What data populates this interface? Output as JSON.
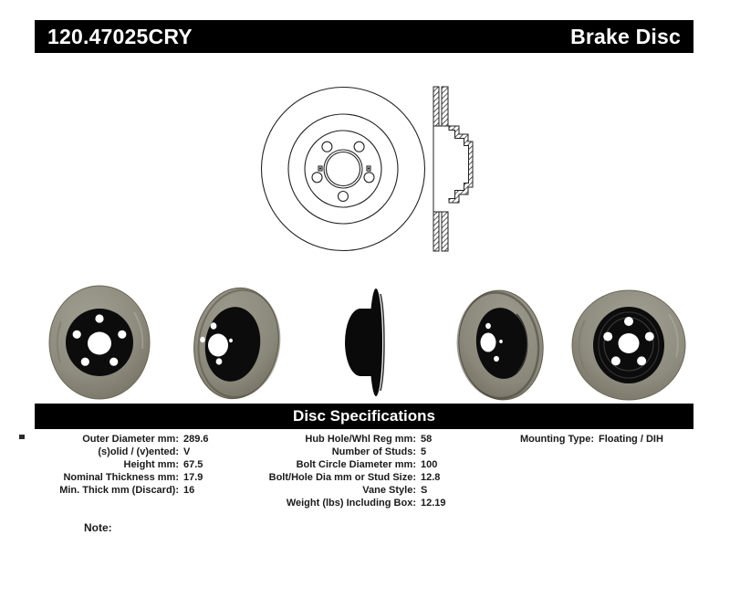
{
  "header": {
    "part_number": "120.47025CRY",
    "product_type": "Brake Disc"
  },
  "section_title": "Disc Specifications",
  "specs": {
    "left": [
      {
        "label": "Outer Diameter mm:",
        "value": "289.6"
      },
      {
        "label": "(s)olid / (v)ented:",
        "value": "V"
      },
      {
        "label": "Height mm:",
        "value": "67.5"
      },
      {
        "label": "Nominal Thickness mm:",
        "value": "17.9"
      },
      {
        "label": "Min. Thick mm (Discard):",
        "value": "16"
      }
    ],
    "middle": [
      {
        "label": "Hub Hole/Whl Reg mm:",
        "value": "58"
      },
      {
        "label": "Number of Studs:",
        "value": "5"
      },
      {
        "label": "Bolt Circle Diameter mm:",
        "value": "100"
      },
      {
        "label": "Bolt/Hole Dia mm or Stud Size:",
        "value": "12.8"
      },
      {
        "label": "Vane Style:",
        "value": "S"
      },
      {
        "label": "Weight (lbs) Including Box:",
        "value": "12.19"
      }
    ],
    "right": [
      {
        "label": "Mounting Type:",
        "value": "Floating / DIH"
      }
    ]
  },
  "note_label": "Note:",
  "colors": {
    "header_bg": "#000000",
    "header_text": "#ffffff",
    "spec_text": "#1a1a1a",
    "line_art": "#222222",
    "disc_gray": "#8e8b7f",
    "disc_black": "#0c0c0c"
  }
}
